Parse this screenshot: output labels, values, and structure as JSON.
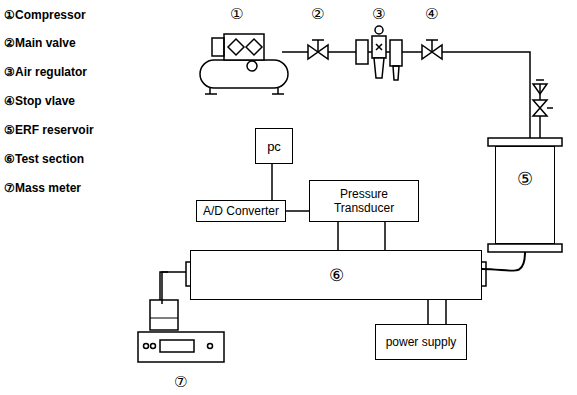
{
  "diagram": {
    "nodes": [
      {
        "text": [
          "pc"
        ]
      },
      {
        "text": [
          "⑤"
        ]
      },
      {
        "text": [
          "A/D Converter"
        ]
      },
      {
        "text": [
          "Pressure Transducer"
        ]
      },
      {
        "text": [
          "⑥"
        ]
      },
      {
        "text": [
          "power supply"
        ]
      }
    ],
    "edges": [
      {
        "from": 0,
        "to": 2,
        "arrow": "none"
      },
      {
        "from": 2,
        "to": 3,
        "arrow": "none"
      },
      {
        "from": 3,
        "to": 4,
        "arrow": "none"
      },
      {
        "from": 3,
        "to": 4,
        "arrow": "none"
      },
      {
        "from": 4,
        "to": 5,
        "arrow": "none"
      },
      {
        "from": 4,
        "to": 5,
        "arrow": "none"
      },
      {
        "from": 1,
        "to": 4,
        "arrow": "none"
      }
    ],
    "labels": [
      "①Compressor",
      "②Main valve",
      "③Air regulator",
      "④Stop vlave",
      "⑤ERF reservoir",
      "⑥Test section",
      "⑦Mass meter",
      "①",
      "②",
      "③",
      "④",
      "⑦"
    ]
  }
}
